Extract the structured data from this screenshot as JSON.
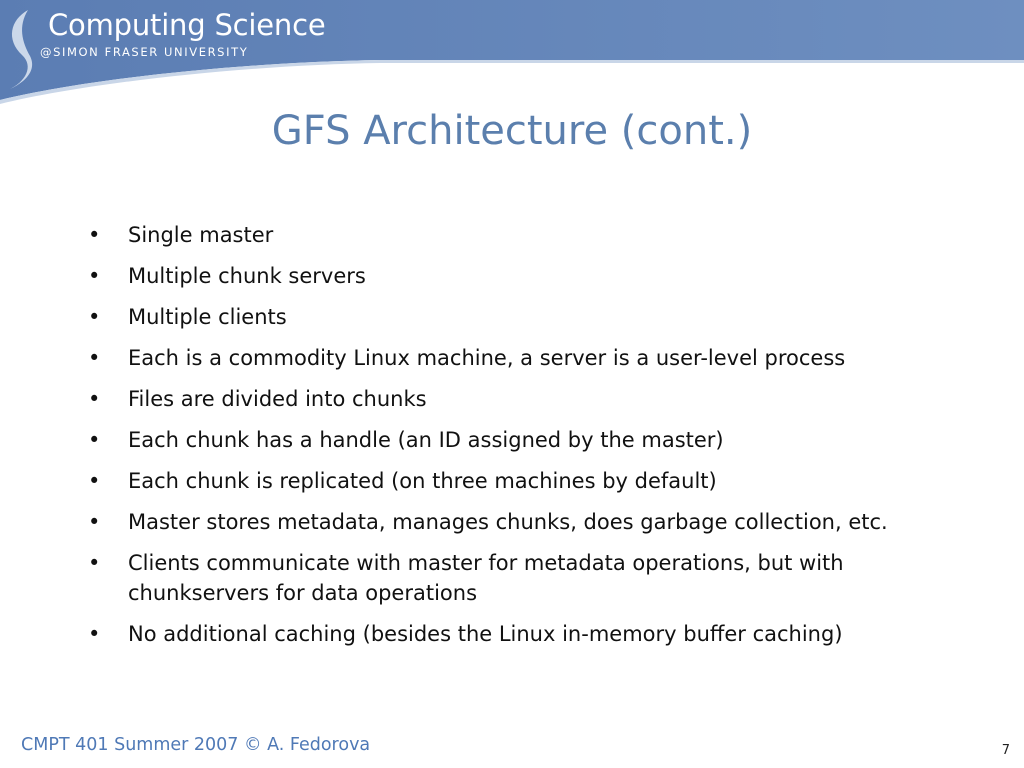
{
  "header": {
    "logo_title": "Computing Science",
    "logo_subtitle": "@SIMON FRASER UNIVERSITY",
    "band_color": "#6b8bbd"
  },
  "slide": {
    "title": "GFS Architecture (cont.)",
    "bullet_symbol": "•",
    "bullets": [
      "Single master",
      "Multiple chunk servers",
      "Multiple clients",
      "Each is a commodity Linux machine, a server is a user-level process",
      "Files are divided into chunks",
      "Each chunk has a handle (an ID assigned by the master)",
      "Each chunk is replicated (on three machines by default)",
      "Master stores metadata, manages chunks, does garbage collection, etc.",
      "Clients communicate with master for metadata operations, but with chunkservers for data operations",
      "No additional caching (besides the Linux in-memory buffer caching)"
    ]
  },
  "footer": {
    "course_credit": "CMPT 401 Summer 2007  © A. Fedorova",
    "page_number": "7"
  }
}
